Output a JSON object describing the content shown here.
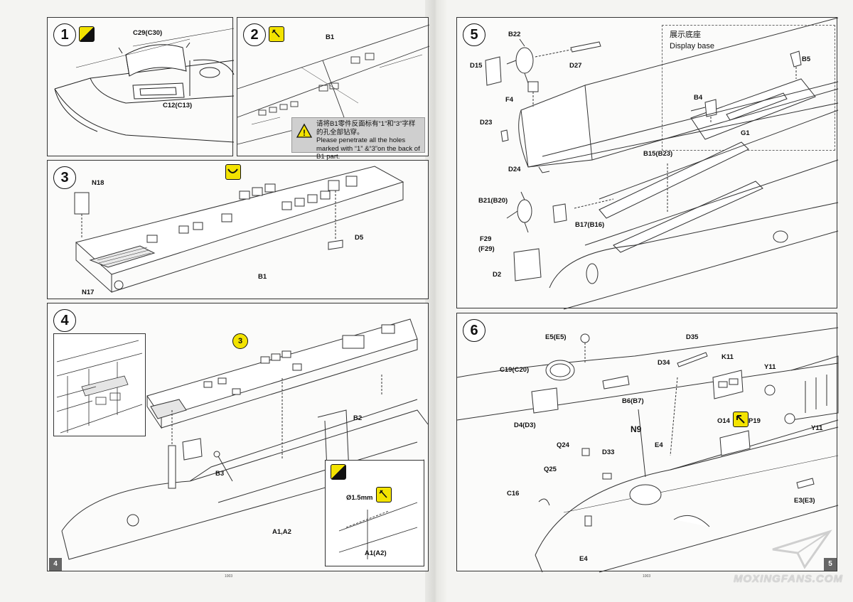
{
  "page_left": {
    "page_number": "4",
    "footer_code": "1003",
    "steps": [
      {
        "number": "1",
        "labels": [
          "C29(C30)",
          "C12(C13)"
        ]
      },
      {
        "number": "2",
        "labels": [
          "B1"
        ],
        "note": {
          "zh": "请将B1零件反面标有“1”和“3”字样的孔全部钻穿。",
          "en": "Please penetrate all the holes marked with “1” &“3”on the back of B1 part."
        }
      },
      {
        "number": "3",
        "labels": [
          "N18",
          "D5",
          "B1",
          "N17"
        ]
      },
      {
        "number": "4",
        "labels": [
          "B2",
          "B3",
          "A1,A2",
          "A1(A2)"
        ],
        "ref_marker": "3",
        "drill_size": "Ø1.5mm"
      }
    ]
  },
  "page_right": {
    "page_number": "5",
    "footer_code": "1003",
    "steps": [
      {
        "number": "5",
        "labels": [
          "B22",
          "D15",
          "D27",
          "F4",
          "D23",
          "D24",
          "B15(B23)",
          "B21(B20)",
          "B17(B16)",
          "F29",
          "(F29)",
          "D2"
        ],
        "display_base": {
          "title_zh": "展示底座",
          "title_en": "Display base",
          "labels": [
            "B5",
            "B4",
            "G1"
          ]
        }
      },
      {
        "number": "6",
        "labels": [
          "E5(E5)",
          "D35",
          "C19(C20)",
          "D34",
          "K11",
          "Y11",
          "B6(B7)",
          "D4(D3)",
          "O14",
          "P19",
          "Y11",
          "N9",
          "E4",
          "Q24",
          "D33",
          "Q25",
          "C16",
          "E3(E3)",
          "E4"
        ]
      }
    ]
  },
  "watermark": "MOXINGFANS.COM",
  "colors": {
    "accent_yellow": "#f3e300",
    "note_grey": "#cfcfcf",
    "line": "#333333"
  }
}
